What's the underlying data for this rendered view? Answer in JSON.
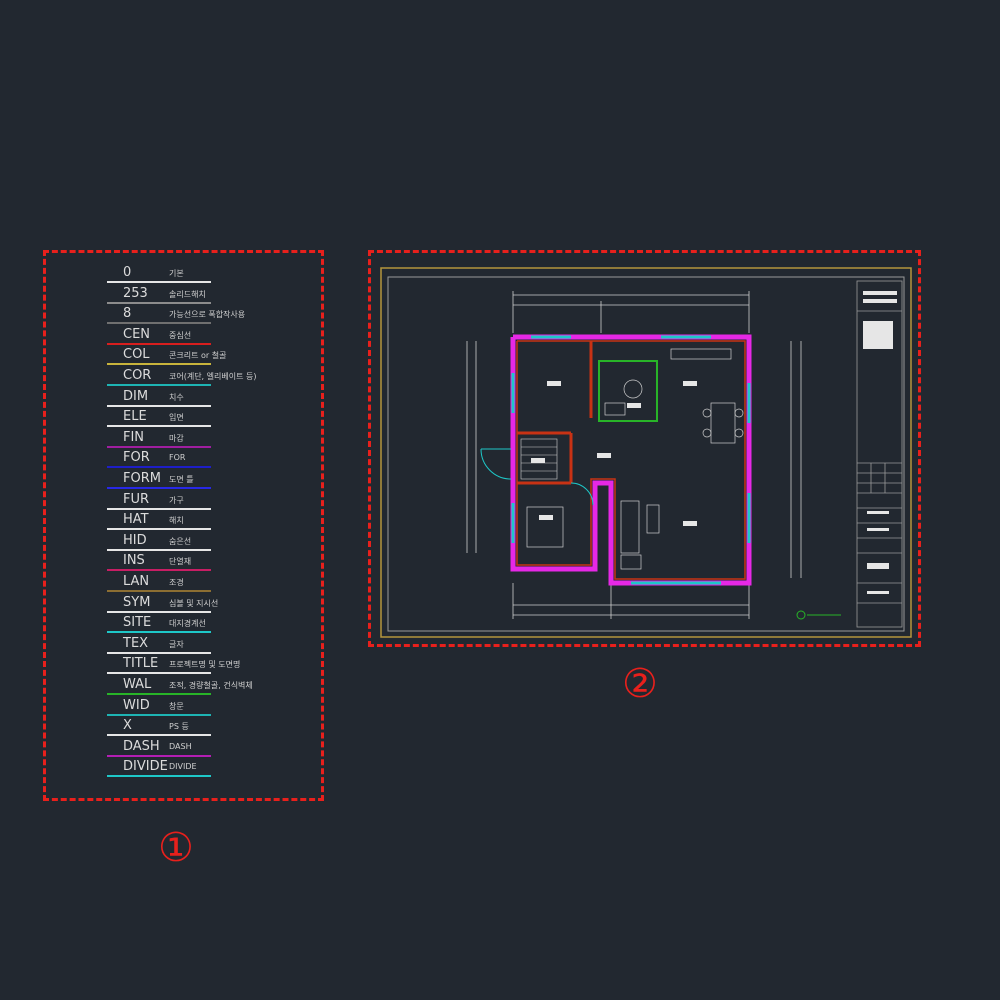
{
  "markers": {
    "legend": "①",
    "drawing": "②"
  },
  "layers": [
    {
      "code": "0",
      "desc": "기본",
      "color": "#e6e6e6"
    },
    {
      "code": "253",
      "desc": "솔리드해치",
      "color": "#8c8c8c"
    },
    {
      "code": "8",
      "desc": "가능선으로 폭합작사용",
      "color": "#707070"
    },
    {
      "code": "CEN",
      "desc": "중심선",
      "color": "#d81e1e"
    },
    {
      "code": "COL",
      "desc": "콘크리트 or 철골",
      "color": "#c8b43c"
    },
    {
      "code": "COR",
      "desc": "코어(계단, 엘리베이트 등)",
      "color": "#1eb4b4"
    },
    {
      "code": "DIM",
      "desc": "치수",
      "color": "#e6e6e6"
    },
    {
      "code": "ELE",
      "desc": "입면",
      "color": "#e6e6e6"
    },
    {
      "code": "FIN",
      "desc": "마감",
      "color": "#a01ea0"
    },
    {
      "code": "FOR",
      "desc": "FOR",
      "color": "#1e1ec8"
    },
    {
      "code": "FORM",
      "desc": "도면 틀",
      "color": "#2828e6"
    },
    {
      "code": "FUR",
      "desc": "가구",
      "color": "#e6e6e6"
    },
    {
      "code": "HAT",
      "desc": "해치",
      "color": "#e6e6e6"
    },
    {
      "code": "HID",
      "desc": "숨은선",
      "color": "#e6e6e6"
    },
    {
      "code": "INS",
      "desc": "단열재",
      "color": "#c81e64"
    },
    {
      "code": "LAN",
      "desc": "조경",
      "color": "#8c6e32"
    },
    {
      "code": "SYM",
      "desc": "심볼 및 지시선",
      "color": "#e6e6e6"
    },
    {
      "code": "SITE",
      "desc": "대지경계선",
      "color": "#1ec8c8"
    },
    {
      "code": "TEX",
      "desc": "글자",
      "color": "#e6e6e6"
    },
    {
      "code": "TITLE",
      "desc": "프로젝트명 및 도면명",
      "color": "#e6e6e6"
    },
    {
      "code": "WAL",
      "desc": "조적, 경량철골, 건식벽체",
      "color": "#28b428"
    },
    {
      "code": "WID",
      "desc": "창문",
      "color": "#1eb4b4"
    },
    {
      "code": "X",
      "desc": "PS 등",
      "color": "#e6e6e6"
    },
    {
      "code": "DASH",
      "desc": "DASH",
      "color": "#b41eb4"
    },
    {
      "code": "DIVIDE",
      "desc": "DIVIDE",
      "color": "#1ec8c8"
    }
  ],
  "colors": {
    "background": "#222830",
    "marker_red": "#e8201c",
    "frame_gold": "#b4963c",
    "wall_magenta": "#e628e6",
    "wall_red": "#c83214",
    "window_cyan": "#1ec8c8",
    "wall_green": "#28b428"
  }
}
